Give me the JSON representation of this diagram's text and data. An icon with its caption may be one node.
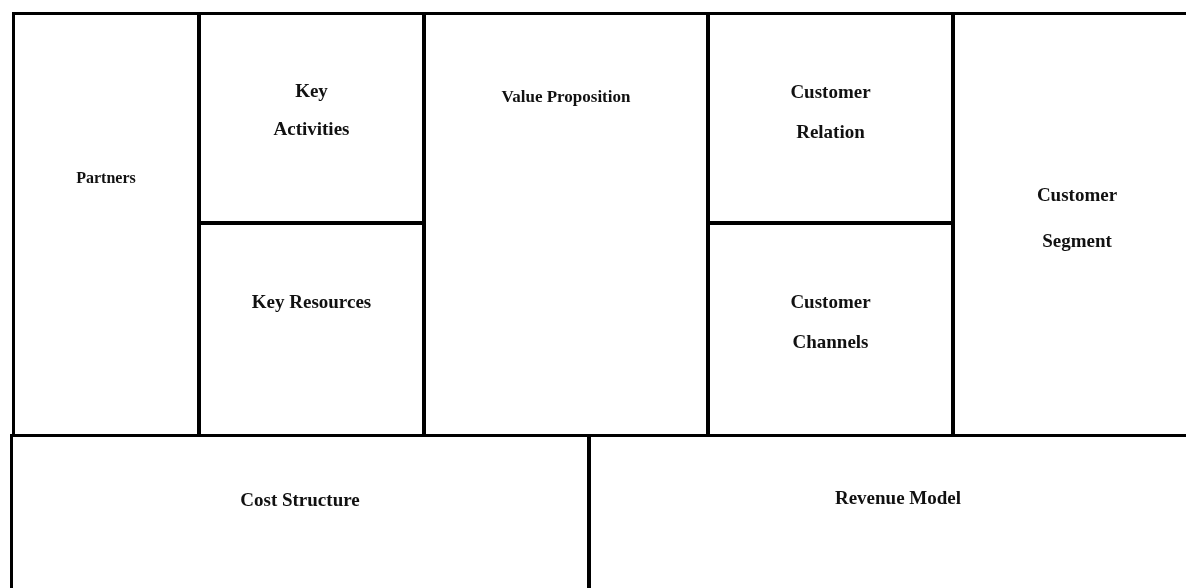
{
  "diagram": {
    "nodes": [
      {
        "text": [
          "Partners"
        ]
      },
      {
        "text": [
          "Key Activities"
        ]
      },
      {
        "text": [
          "Key Resources"
        ]
      },
      {
        "text": [
          "Value Proposition"
        ]
      },
      {
        "text": [
          "Customer Relation"
        ]
      },
      {
        "text": [
          "Customer Channels"
        ]
      },
      {
        "text": [
          "Customer Segment"
        ]
      },
      {
        "text": [
          "Cost Structure"
        ]
      },
      {
        "text": [
          "Revenue Model"
        ]
      }
    ]
  }
}
